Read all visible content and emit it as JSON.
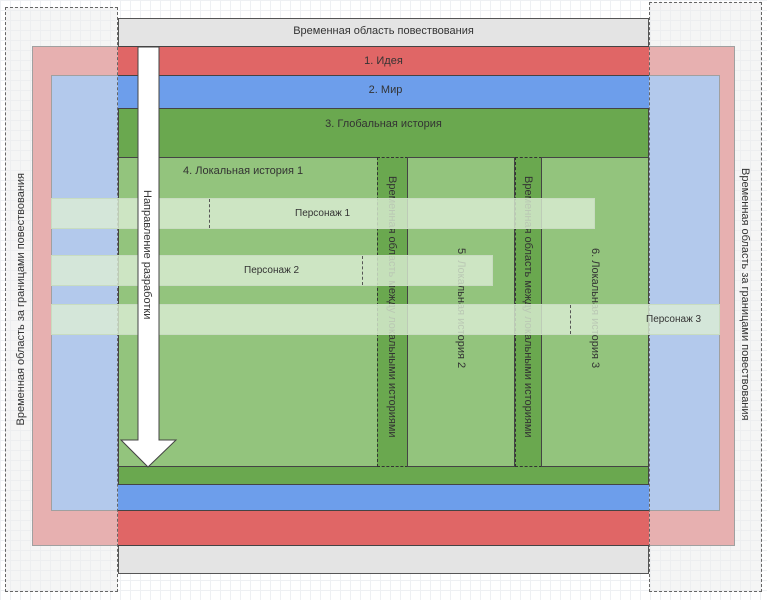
{
  "labels": {
    "outer_time": "Временная область повествования",
    "left_side": "Временная область за границами повествования",
    "right_side": "Временная область за границами повествования",
    "idea": "1. Идея",
    "world": "2. Мир",
    "global_story": "3. Глобальная история",
    "local_story_1": "4. Локальная история 1",
    "between_1": "Временная область между локальными историями",
    "local_story_2": "5. Локальная история 2",
    "between_2": "Временная область между локальными историями",
    "local_story_3": "6. Локальная история 3",
    "character_1": "Персонаж 1",
    "character_2": "Персонаж 2",
    "character_3": "Персонаж 3",
    "arrow": "Направление разработки"
  },
  "colors": {
    "narrative_bg": "#e4e4e4",
    "outside_bg": "#ebebeb",
    "idea": "#e06666",
    "world": "#6d9eeb",
    "global_story": "#6aa84f",
    "local_story": "#93c47d",
    "between": "#6aa84f",
    "character_bar": "#d9ead3"
  }
}
